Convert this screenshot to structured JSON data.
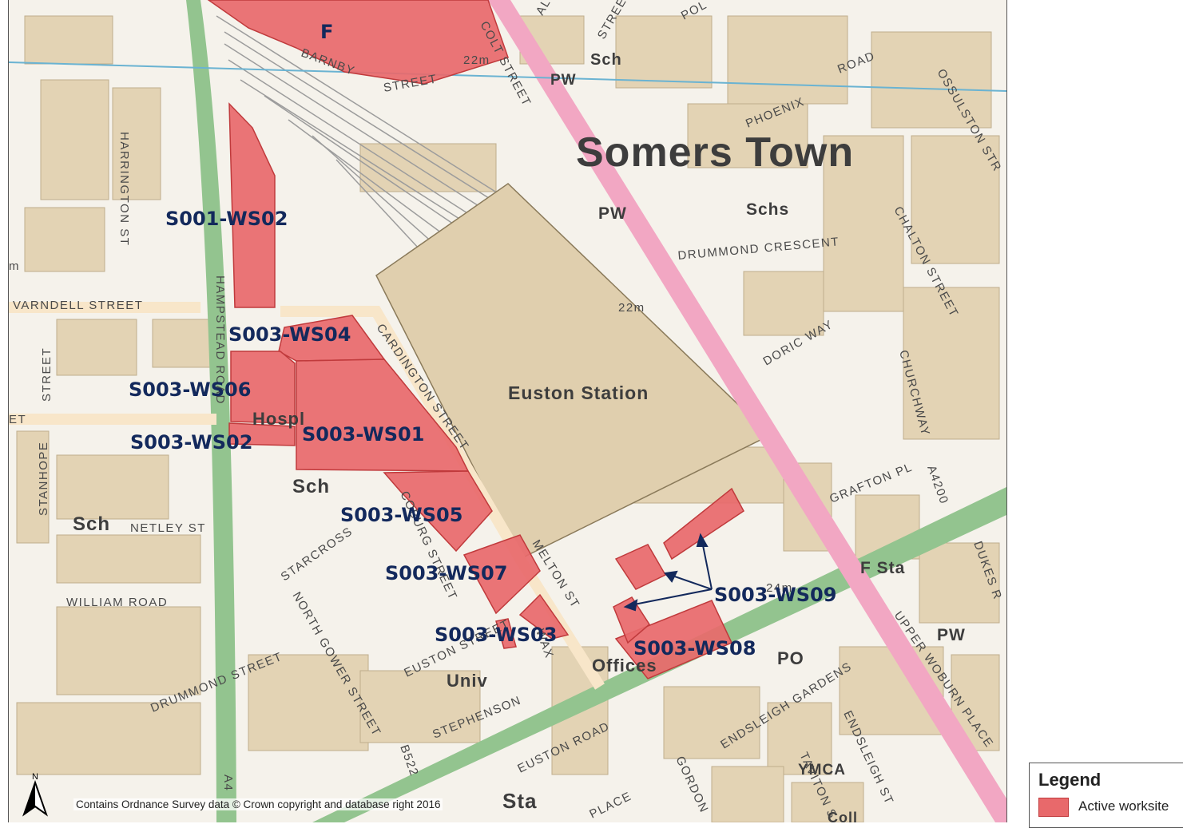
{
  "legend": {
    "title": "Legend",
    "items": [
      {
        "label": "Active worksite",
        "color": "#e8696b"
      }
    ]
  },
  "copyright": "Contains Ordnance Survey data © Crown copyright and database right 2016",
  "north_label": "N",
  "area_label": "Somers Town",
  "worksites": [
    {
      "id": "S001-WS02"
    },
    {
      "id": "S003-WS04"
    },
    {
      "id": "S003-WS06"
    },
    {
      "id": "S003-WS02"
    },
    {
      "id": "S003-WS01"
    },
    {
      "id": "S003-WS05"
    },
    {
      "id": "S003-WS07"
    },
    {
      "id": "S003-WS03"
    },
    {
      "id": "S003-WS08"
    },
    {
      "id": "S003-WS09"
    },
    {
      "id": "F"
    }
  ],
  "places": {
    "euston_station": "Euston Station",
    "hospl": "Hospl",
    "sch1": "Sch",
    "sch2": "Sch",
    "sch3": "Sch",
    "schs": "Schs",
    "pw1": "PW",
    "pw2": "PW",
    "pw3": "PW",
    "f_sta": "F Sta",
    "po": "PO",
    "univ": "Univ",
    "offices": "Offices",
    "ymca": "YMCA",
    "sta": "Sta",
    "coll": "Coll",
    "height1": "22m",
    "height2": "22m",
    "height3": "24m",
    "m": "m"
  },
  "streets": {
    "varndell": "VARNDELL STREET",
    "harrington": "HARRINGTON ST",
    "hampstead": "HAMPSTEAD ROAD",
    "cardington": "CARDINGTON STREET",
    "melton": "MELTON ST",
    "drummond_cres": "DRUMMOND CRESCENT",
    "doric": "DORIC WAY",
    "phoenix": "PHOENIX",
    "road": "ROAD",
    "chalton": "CHALTON STREET",
    "churchway": "CHURCHWAY",
    "ossulston": "OSSULSTON STR",
    "grafton": "GRAFTON PL",
    "a4200": "A4200",
    "dukes": "DUKES R",
    "upper_woburn": "UPPER WOBURN PLACE",
    "endsleigh_gardens": "ENDSLEIGH GARDENS",
    "endsleigh_st": "ENDSLEIGH ST",
    "tavistock": "TAVITON S",
    "gordon": "GORDON",
    "euston_road": "EUSTON ROAD",
    "euston_st": "EUSTON STREET",
    "stephenson": "STEPHENSON",
    "north_gower": "NORTH GOWER STREET",
    "starcross": "STARCROSS",
    "netley": "NETLEY ST",
    "william": "WILLIAM ROAD",
    "drummond_st": "DRUMMOND STREET",
    "stanhope": "STANHOPE",
    "street_v": "STREET",
    "b522": "B522",
    "a4": "A4",
    "place": "PLACE",
    "barnby": "BARNBY",
    "street_b": "STREET",
    "colt": "COLT STREET",
    "pol": "POL",
    "alf": "AL",
    "street_t": "STREET",
    "coburg": "COBURG STREET",
    "wax": "WAX",
    "et": "ET"
  }
}
